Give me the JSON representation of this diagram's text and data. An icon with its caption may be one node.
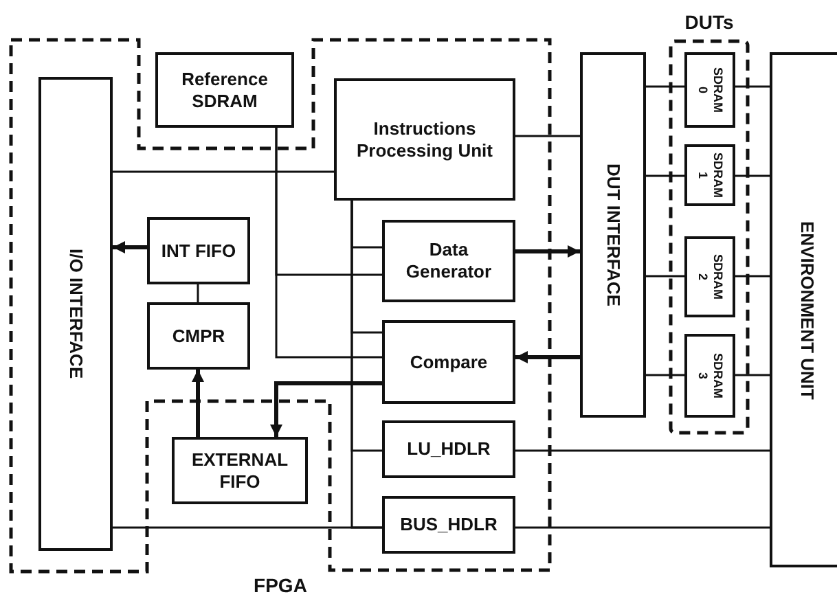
{
  "diagram": {
    "nodes": [
      {
        "text": [
          "FPGA"
        ]
      },
      {
        "text": [
          "I/O INTERFACE"
        ],
        "in": 0
      },
      {
        "text": [
          "Reference SDRAM"
        ]
      },
      {
        "text": [
          "Instructions Processing Unit"
        ],
        "in": 0
      },
      {
        "text": [
          "INT FIFO"
        ],
        "in": 0
      },
      {
        "text": [
          "Data Generator"
        ],
        "in": 0
      },
      {
        "text": [
          "CMPR"
        ],
        "in": 0
      },
      {
        "text": [
          "Compare"
        ],
        "in": 0
      },
      {
        "text": [
          "EXTERNAL FIFO"
        ]
      },
      {
        "text": [
          "LU_HDLR"
        ],
        "in": 0
      },
      {
        "text": [
          "BUS_HDLR"
        ],
        "in": 0
      },
      {
        "text": [
          "DUT INTERFACE"
        ]
      },
      {
        "text": [
          "DUTs"
        ]
      },
      {
        "text": [
          "SDRAM 0"
        ],
        "in": 12
      },
      {
        "text": [
          "SDRAM 1"
        ],
        "in": 12
      },
      {
        "text": [
          "SDRAM 2"
        ],
        "in": 12
      },
      {
        "text": [
          "SDRAM 3"
        ],
        "in": 12
      },
      {
        "text": [
          "ENVIRONMENT UNIT"
        ]
      }
    ],
    "edges": [
      {
        "from": 1,
        "to": 3,
        "arrow": "none"
      },
      {
        "from": 2,
        "to": 5,
        "arrow": "none"
      },
      {
        "from": 2,
        "to": 7,
        "arrow": "none"
      },
      {
        "from": 3,
        "to": 5,
        "arrow": "none"
      },
      {
        "from": 3,
        "to": 7,
        "arrow": "none"
      },
      {
        "from": 3,
        "to": 9,
        "arrow": "none"
      },
      {
        "from": 3,
        "to": 10,
        "arrow": "none"
      },
      {
        "from": 1,
        "to": 10,
        "arrow": "none"
      },
      {
        "from": 3,
        "to": 11,
        "arrow": "none"
      },
      {
        "from": 5,
        "to": 11,
        "arrow": "to",
        "style": "thick"
      },
      {
        "from": 11,
        "to": 7,
        "arrow": "to",
        "style": "thick"
      },
      {
        "from": 7,
        "to": 8,
        "arrow": "to",
        "style": "thick"
      },
      {
        "from": 8,
        "to": 6,
        "arrow": "to",
        "style": "thick"
      },
      {
        "from": 6,
        "to": 4,
        "arrow": "none"
      },
      {
        "from": 4,
        "to": 1,
        "arrow": "to",
        "style": "thick"
      },
      {
        "from": 11,
        "to": 13,
        "arrow": "none"
      },
      {
        "from": 11,
        "to": 14,
        "arrow": "none"
      },
      {
        "from": 11,
        "to": 15,
        "arrow": "none"
      },
      {
        "from": 11,
        "to": 16,
        "arrow": "none"
      },
      {
        "from": 13,
        "to": 17,
        "arrow": "none"
      },
      {
        "from": 14,
        "to": 17,
        "arrow": "none"
      },
      {
        "from": 15,
        "to": 17,
        "arrow": "none"
      },
      {
        "from": 16,
        "to": 17,
        "arrow": "none"
      },
      {
        "from": 9,
        "to": 17,
        "arrow": "none"
      },
      {
        "from": 10,
        "to": 17,
        "arrow": "none"
      }
    ]
  }
}
